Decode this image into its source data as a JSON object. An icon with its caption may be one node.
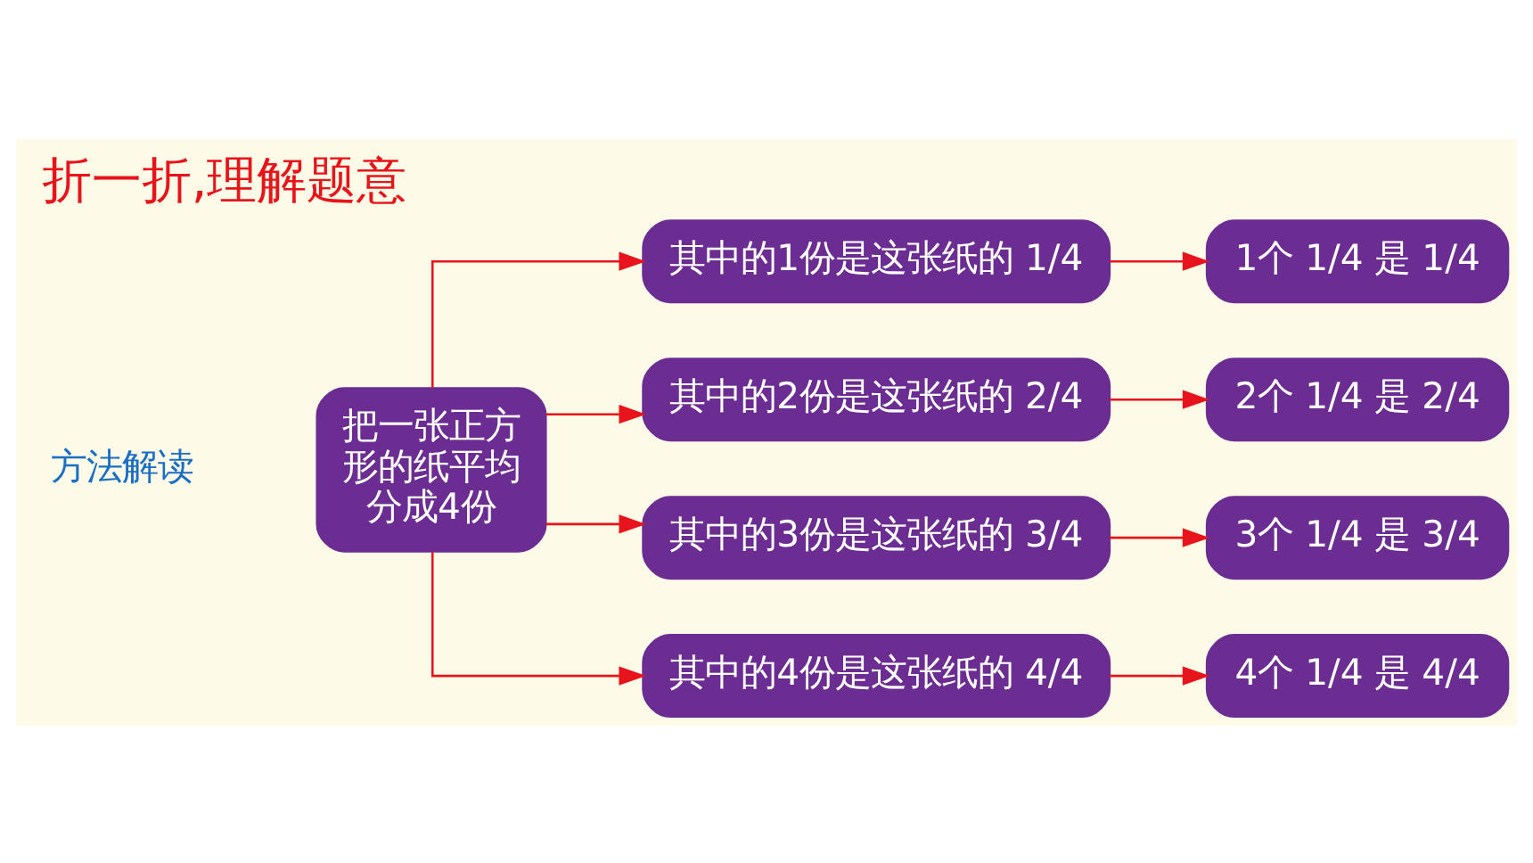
{
  "diagram": {
    "title": "折一折,理解题意",
    "nodes": [
      {
        "text": [
          "把一张正方形的纸平均分成4份"
        ]
      },
      {
        "text": [
          "其中的1份是这张纸的 1/4"
        ]
      },
      {
        "text": [
          "其中的2份是这张纸的 2/4"
        ]
      },
      {
        "text": [
          "其中的3份是这张纸的 3/4"
        ]
      },
      {
        "text": [
          "其中的4份是这张纸的 4/4"
        ]
      },
      {
        "text": [
          "1个 1/4 是 1/4"
        ]
      },
      {
        "text": [
          "2个 1/4 是 2/4"
        ]
      },
      {
        "text": [
          "3个 1/4 是 3/4"
        ]
      },
      {
        "text": [
          "4个 1/4 是 4/4"
        ]
      }
    ],
    "edges": [
      {
        "from": 0,
        "to": 1,
        "arrow": "to"
      },
      {
        "from": 0,
        "to": 2,
        "arrow": "to"
      },
      {
        "from": 0,
        "to": 3,
        "arrow": "to"
      },
      {
        "from": 0,
        "to": 4,
        "arrow": "to"
      },
      {
        "from": 1,
        "to": 5,
        "arrow": "to"
      },
      {
        "from": 2,
        "to": 6,
        "arrow": "to"
      },
      {
        "from": 3,
        "to": 7,
        "arrow": "to"
      },
      {
        "from": 4,
        "to": 8,
        "arrow": "to"
      }
    ],
    "labels": [
      "方法解读"
    ]
  }
}
